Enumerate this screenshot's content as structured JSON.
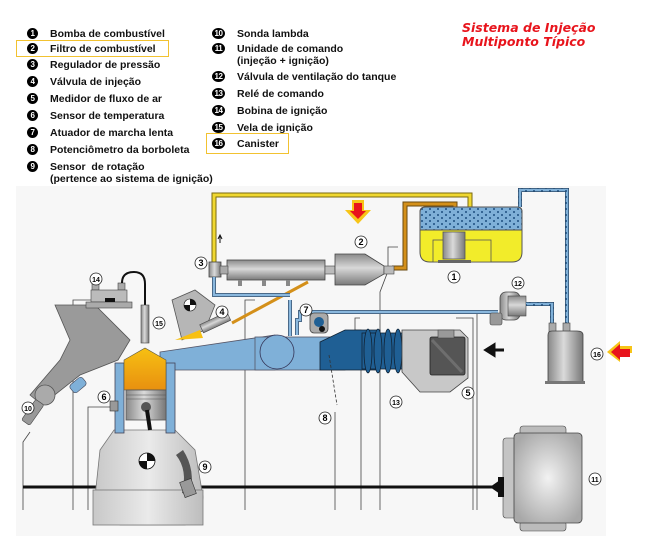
{
  "title": {
    "line1": "Sistema de Injeção",
    "line2": "Multiponto Típico",
    "color": "#e8141c"
  },
  "legend": {
    "left": [
      {
        "n": "1",
        "label": "Bomba de combustível"
      },
      {
        "n": "2",
        "label": "Filtro de combustível",
        "highlighted": true
      },
      {
        "n": "3",
        "label": "Regulador de pressão"
      },
      {
        "n": "4",
        "label": "Válvula de injeção"
      },
      {
        "n": "5",
        "label": "Medidor de fluxo de ar"
      },
      {
        "n": "6",
        "label": "Sensor de temperatura"
      },
      {
        "n": "7",
        "label": "Atuador de marcha lenta"
      },
      {
        "n": "8",
        "label": "Potenciômetro da borboleta"
      },
      {
        "n": "9",
        "label": "Sensor  de rotação",
        "label2": "(pertence ao sistema de ignição)"
      }
    ],
    "right": [
      {
        "n": "10",
        "label": "Sonda lambda"
      },
      {
        "n": "11",
        "label": "Unidade de comando",
        "label2": "(injeção + ignição)"
      },
      {
        "n": "12",
        "label": "Válvula de ventilação do tanque"
      },
      {
        "n": "13",
        "label": "Relé de comando"
      },
      {
        "n": "14",
        "label": "Bobina de ignição"
      },
      {
        "n": "15",
        "label": "Vela de ignição"
      },
      {
        "n": "16",
        "label": "Canister",
        "highlighted": true
      }
    ]
  },
  "callouts": [
    "1",
    "2",
    "3",
    "4",
    "5",
    "6",
    "7",
    "8",
    "9",
    "10",
    "11",
    "12",
    "13",
    "14",
    "15",
    "16"
  ],
  "colors": {
    "highlight_border": "#f2c230",
    "fuel_line": "#f0d830",
    "fuel_return": "#d4901a",
    "air_pipe": "#7fb0d8",
    "intake_dark": "#1f5f94",
    "arrow_red": "#e8141c",
    "arrow_yellow": "#f7c518"
  }
}
